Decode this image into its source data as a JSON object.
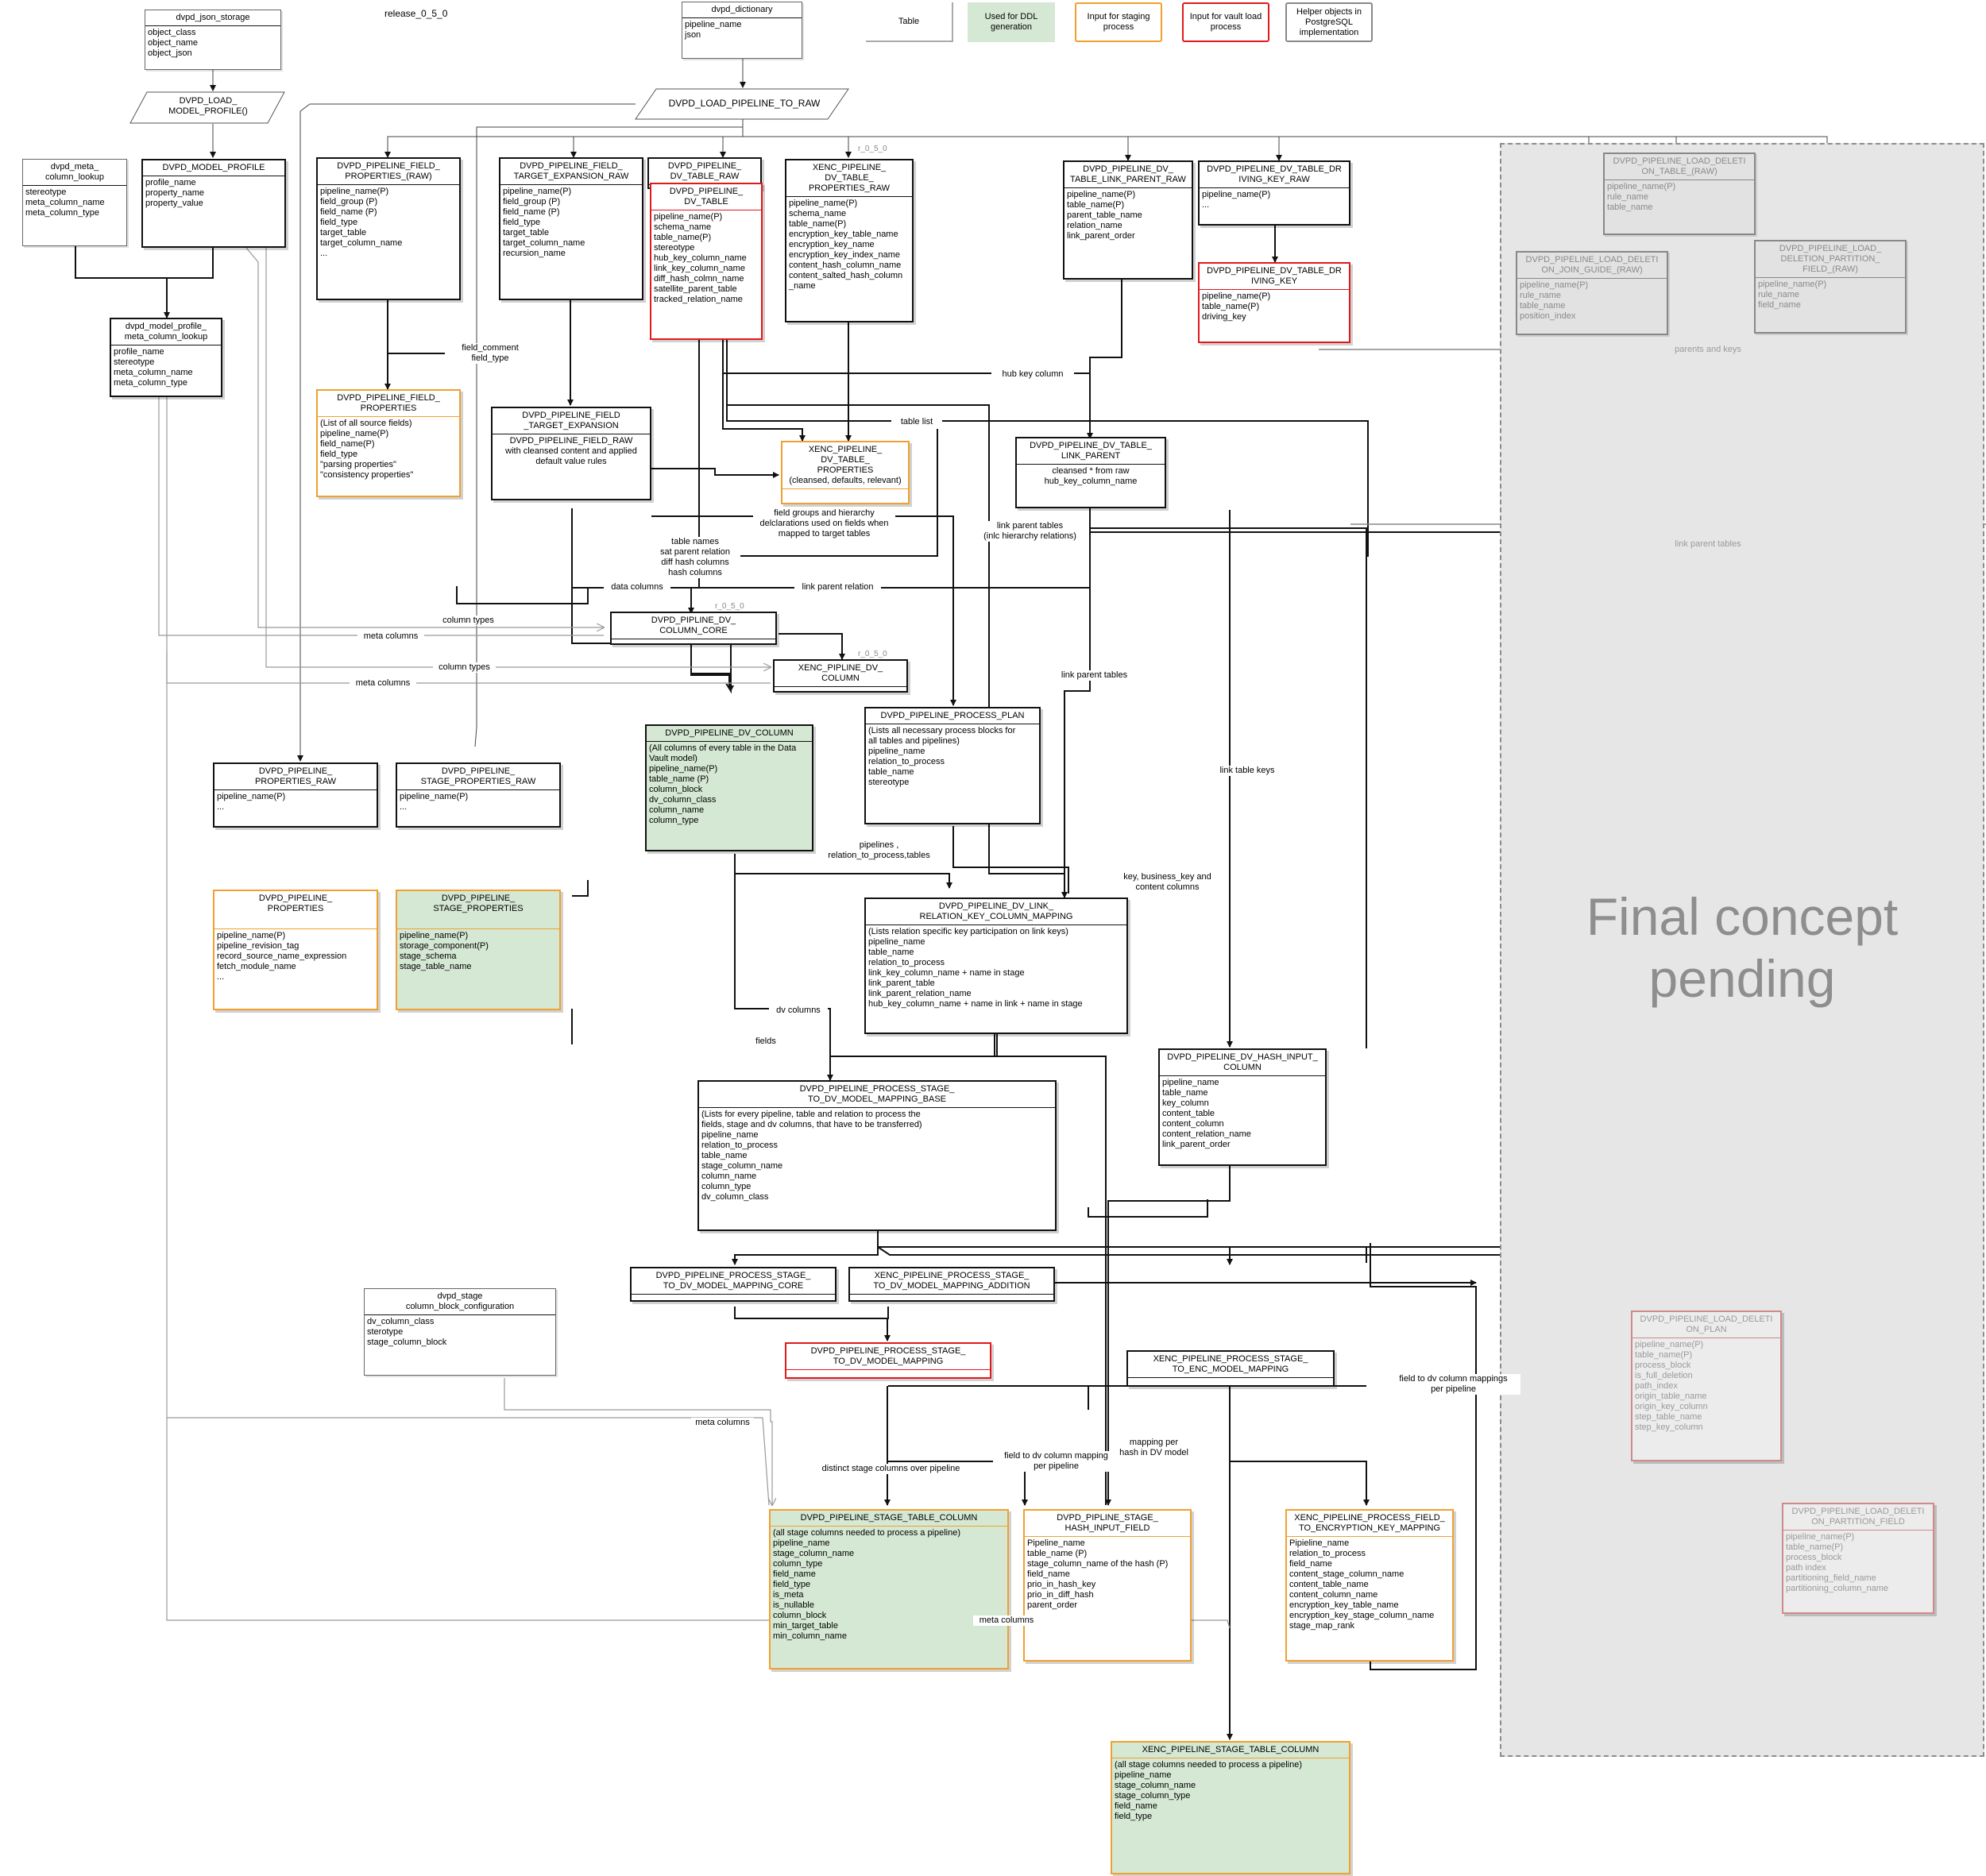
{
  "release_tag": "release_0_5_0",
  "final_concept": "Final concept\npending",
  "legend": {
    "table": "Table",
    "ddl": "Used for DDL\ngeneration",
    "staging": "Input for staging\nprocess",
    "vault": "Input for vault load\nprocess",
    "helper": "Helper objects in\nPostgreSQL\nimplementation"
  },
  "versions": {
    "v1": "r_0_5_0",
    "v2": "r_0_5_0",
    "v3": "r_0_5_0"
  },
  "colors": {
    "ddl_fill": "#d5e8d4",
    "staging_border": "#f0a030",
    "vault_border": "#e0191b",
    "helper_border": "#888888",
    "region_fill": "#e6e6e6"
  },
  "procs": {
    "load_model_profile": "DVPD_LOAD_\nMODEL_PROFILE()",
    "load_pipeline_to_raw": "DVPD_LOAD_PIPELINE_TO_RAW"
  },
  "boxes": {
    "json_storage": {
      "title": "dvpd_json_storage",
      "body": "object_class\nobject_name\nobject_json"
    },
    "dictionary": {
      "title": "dvpd_dictionary",
      "body": "pipeline_name\njson"
    },
    "meta_lookup": {
      "title": "dvpd_meta_\ncolumn_lookup",
      "body": "stereotype\nmeta_column_name\nmeta_column_type"
    },
    "model_profile": {
      "title": "DVPD_MODEL_PROFILE",
      "body": "profile_name\nproperty_name\nproperty_value"
    },
    "profile_meta_lookup": {
      "title": "dvpd_model_profile_\nmeta_column_lookup",
      "body": "profile_name\nstereotype\nmeta_column_name\nmeta_column_type"
    },
    "field_props_raw": {
      "title": "DVPD_PIPELINE_FIELD_\nPROPERTIES_(RAW)",
      "body": "pipeline_name(P)\nfield_group (P)\nfield_name (P)\nfield_type\ntarget_table\ntarget_column_name\n..."
    },
    "field_target_raw": {
      "title": "DVPD_PIPELINE_FIELD_\nTARGET_EXPANSION_RAW",
      "body": "pipeline_name(P)\nfield_group (P)\nfield_name (P)\nfield_type\ntarget_table\ntarget_column_name\nrecursion_name"
    },
    "dv_table_raw": {
      "title": "DVPD_PIPELINE_\nDV_TABLE_RAW",
      "body": ""
    },
    "dv_table": {
      "title": "DVPD_PIPELINE_\nDV_TABLE",
      "body": "pipeline_name(P)\nschema_name\ntable_name(P)\nstereotype\nhub_key_column_name\nlink_key_column_name\ndiff_hash_colmn_name\nsatellite_parent_table\ntracked_relation_name"
    },
    "xenc_table_props_raw": {
      "title": "XENC_PIPELINE_\nDV_TABLE_\nPROPERTIES_RAW",
      "body": "pipeline_name(P)\nschema_name\ntable_name(P)\nencryption_key_table_name\nencryption_key_name\nencryption_key_index_name\ncontent_hash_column_name\ncontent_salted_hash_column\n_name"
    },
    "link_parent_raw": {
      "title": "DVPD_PIPELINE_DV_\nTABLE_LINK_PARENT_RAW",
      "body": "pipeline_name(P)\ntable_name(P)\nparent_table_name\nrelation_name\nlink_parent_order"
    },
    "driving_key_raw": {
      "title": "DVPD_PIPELINE_DV_TABLE_DR\nIVING_KEY_RAW",
      "body": "pipeline_name(P)\n..."
    },
    "driving_key": {
      "title": "DVPD_PIPELINE_DV_TABLE_DR\nIVING_KEY",
      "body": "pipeline_name(P)\ntable_name(P)\ndriving_key"
    },
    "load_del_table_raw": {
      "title": "DVPD_PIPELINE_LOAD_DELETI\nON_TABLE_(RAW)",
      "body": "pipeline_name(P)\nrule_name\ntable_name"
    },
    "load_del_join_raw": {
      "title": "DVPD_PIPELINE_LOAD_DELETI\nON_JOIN_GUIDE_(RAW)",
      "body": "pipeline_name(P)\nrule_name\ntable_name\nposition_index"
    },
    "load_del_partition_raw": {
      "title": "DVPD_PIPELINE_LOAD_\nDELETION_PARTITION_\nFIELD_(RAW)",
      "body": "pipeline_name(P)\nrule_name\nfield_name"
    },
    "field_props": {
      "title": "DVPD_PIPELINE_FIELD_\nPROPERTIES",
      "body": "(List of all source fields)\npipeline_name(P)\nfield_name(P)\nfield_type\n\"parsing properties\"\n\"consistency properties\""
    },
    "field_target_exp": {
      "title": "DVPD_PIPELINE_FIELD\n_TARGET_EXPANSION",
      "body": "DVPD_PIPELINE_FIELD_RAW\nwith cleansed content and applied\ndefault value rules"
    },
    "xenc_table_props": {
      "title": "XENC_PIPELINE_\nDV_TABLE_\nPROPERTIES\n(cleansed, defaults, relevant)",
      "body": ""
    },
    "link_parent": {
      "title": "DVPD_PIPELINE_DV_TABLE_\nLINK_PARENT",
      "body": "cleansed * from raw\nhub_key_column_name"
    },
    "column_core": {
      "title": "DVPD_PIPLINE_DV_\nCOLUMN_CORE",
      "body": ""
    },
    "xenc_column": {
      "title": "XENC_PIPLINE_DV_\nCOLUMN",
      "body": ""
    },
    "dv_column": {
      "title": "DVPD_PIPELINE_DV_COLUMN",
      "body": "(All columns of every table in the Data\nVault model)\npipeline_name(P)\ntable_name (P)\ncolumn_block\ndv_column_class\ncolumn_name\ncolumn_type"
    },
    "process_plan": {
      "title": "DVPD_PIPELINE_PROCESS_PLAN",
      "body": "(Lists all  necessary process blocks for\nall tables and pipelines)\npipeline_name\nrelation_to_process\ntable_name\nstereotype"
    },
    "props_raw": {
      "title": "DVPD_PIPELINE_\nPROPERTIES_RAW",
      "body": "pipeline_name(P)\n..."
    },
    "stage_props_raw": {
      "title": "DVPD_PIPELINE_\nSTAGE_PROPERTIES_RAW",
      "body": "pipeline_name(P)\n..."
    },
    "props": {
      "title": "DVPD_PIPELINE_\nPROPERTIES",
      "body": "pipeline_name(P)\npipeline_revision_tag\nrecord_source_name_expression\nfetch_module_name\n..."
    },
    "stage_props": {
      "title": "DVPD_PIPELINE_\nSTAGE_PROPERTIES",
      "body": "pipeline_name(P)\nstorage_component(P)\nstage_schema\nstage_table_name"
    },
    "link_rel_key_map": {
      "title": "DVPD_PIPELINE_DV_LINK_\nRELATION_KEY_COLUMN_MAPPING",
      "body": "(Lists relation specific key participation on link keys)\npipeline_name\ntable_name\nrelation_to_process\nlink_key_column_name + name in stage\nlink_parent_table\nlink_parent_relation_name\nhub_key_column_name + name in link + name in stage"
    },
    "hash_input_col": {
      "title": "DVPD_PIPELINE_DV_HASH_INPUT_\nCOLUMN",
      "body": "pipeline_name\ntable_name\nkey_column\ncontent_table\ncontent_column\ncontent_relation_name\nlink_parent_order"
    },
    "map_base": {
      "title": "DVPD_PIPELINE_PROCESS_STAGE_\nTO_DV_MODEL_MAPPING_BASE",
      "body": "(Lists for every pipeline, table and relation to process the\nfields, stage and dv columns, that have to be transferred)\npipeline_name\nrelation_to_process\ntable_name\nstage_column_name\ncolumn_name\ncolumn_type\ndv_column_class"
    },
    "map_core": {
      "title": "DVPD_PIPELINE_PROCESS_STAGE_\nTO_DV_MODEL_MAPPING_CORE",
      "body": ""
    },
    "map_addition": {
      "title": "XENC_PIPELINE_PROCESS_STAGE_\nTO_DV_MODEL_MAPPING_ADDITION",
      "body": ""
    },
    "stage_block_cfg": {
      "title": "dvpd_stage\ncolumn_block_configuration",
      "body": "dv_column_class\nsterotype\nstage_column_block"
    },
    "map": {
      "title": "DVPD_PIPELINE_PROCESS_STAGE_\nTO_DV_MODEL_MAPPING",
      "body": ""
    },
    "enc_model_map": {
      "title": "XENC_PIPELINE_PROCESS_STAGE_\nTO_ENC_MODEL_MAPPING",
      "body": ""
    },
    "load_del_plan": {
      "title": "DVPD_PIPELINE_LOAD_DELETI\nON_PLAN",
      "body": "pipeline_name(P)\ntable_name(P)\nprocess_block\nis_full_deletion\npath_index\norigin_table_name\norigin_key_column\nstep_table_name\nstep_key_column"
    },
    "load_del_partition": {
      "title": "DVPD_PIPELINE_LOAD_DELETI\nON_PARTITION_FIELD",
      "body": "pipeline_name(P)\ntable_name(P)\nprocess_block\npath index\npartitioning_field_name\npartitioning_column_name"
    },
    "stage_table_col": {
      "title": "DVPD_PIPELINE_STAGE_TABLE_COLUMN",
      "body": "(all stage columns needed to process a pipeline)\npipeline_name\nstage_column_name\ncolumn_type\nfield_name\nfield_type\nis_meta\nis_nullable\ncolumn_block\nmin_target_table\nmin_column_name"
    },
    "hash_input_field": {
      "title": "DVPD_PIPLINE_STAGE_\nHASH_INPUT_FIELD",
      "body": "Pipeline_name\ntable_name (P)\nstage_column_name of the hash (P)\nfield_name\nprio_in_hash_key\nprio_in_diff_hash\nparent_order"
    },
    "field_enc_key_map": {
      "title": "XENC_PIPELINE_PROCESS_FIELD_\nTO_ENCRYPTION_KEY_MAPPING",
      "body": "Pipieline_name\nrelation_to_process\nfield_name\ncontent_stage_column_name\ncontent_table_name\ncontent_column_name\nencryption_key_table_name\nencryption_key_stage_column_name\nstage_map_rank"
    },
    "xenc_stage_table_col": {
      "title": "XENC_PIPELINE_STAGE_TABLE_COLUMN",
      "body": "(all stage columns needed to process a pipeline)\npipeline_name\nstage_column_name\nstage_column_type\nfield_name\nfield_type"
    }
  },
  "labels": {
    "field_comment": "field_comment\nfield_type",
    "hub_key_column": "hub key column",
    "table_list": "table list",
    "field_groups": "field groups and hierarchy\ndelclarations used on fields when\nmapped to target tables",
    "table_names": "table names\nsat parent relation\ndiff hash columns\nhash columns",
    "link_parent_tables_1": "link parent tables\n(inlc hierarchy relations)",
    "data_columns": "data columns",
    "link_parent_relation": "link parent relation",
    "column_types_1": "column types",
    "meta_columns_1": "meta columns",
    "column_types_2": "column types",
    "meta_columns_2": "meta columns",
    "link_parent_tables_2": "link parent tables",
    "link_table_keys": "link table keys",
    "pipelines_rel": "pipelines ,\nrelation_to_process,tables",
    "key_business": "key, business_key and\ncontent columns",
    "dv_columns": "dv columns",
    "fields": "fields",
    "meta_columns_3": "meta columns",
    "distinct_stage": "distinct stage columns over pipeline",
    "field_to_dv_1": "field to dv column  mapping\nper pipeline",
    "mapping_per_hash": "mapping per\nhash in DV model",
    "field_to_dv_2": "field to dv column  mappings\nper pipeline",
    "meta_columns_4": "meta columns",
    "parents_and_keys": "parents and keys",
    "link_parent_tables_3": "link parent tables"
  }
}
